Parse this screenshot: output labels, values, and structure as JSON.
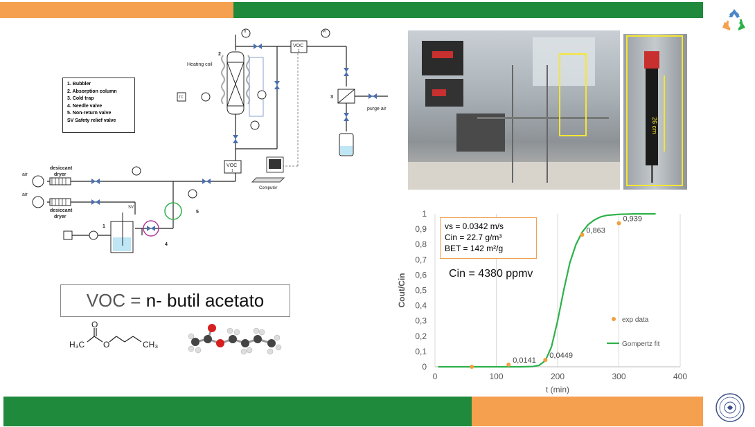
{
  "colors": {
    "orange": "#f5a04f",
    "green": "#1f8a3c",
    "line_blue": "#4a6fb0",
    "fit_green": "#2db14a",
    "exp_orange": "#f0a040",
    "photo_yellow": "#f5e633"
  },
  "icons": [
    "recycle-logo-icon",
    "university-seal-icon"
  ],
  "diagram": {
    "legend": [
      "1. Bubbler",
      "2. Absorption column",
      "3. Cold trap",
      "4. Needle valve",
      "5. Non-return valve",
      "SV  Safety relief valve"
    ],
    "heating_coil": "Heating coil",
    "air_top": "air",
    "air_bottom": "air",
    "desiccant_top": "desiccant",
    "dryer_top": "dryer",
    "desiccant_bottom": "desiccant",
    "dryer_bottom": "dryer",
    "sv": "SV",
    "voc_top": "VOC",
    "voc_top_num": "1",
    "voc_mid": "VOC",
    "voc_mid_num": "1",
    "purge_air": "purge air",
    "computer": "Computer",
    "num_1": "1",
    "num_2": "2",
    "num_3": "3",
    "num_4": "4",
    "num_5": "5",
    "ti": "TI",
    "pi": "PI",
    "tc": "TC"
  },
  "voc_title": {
    "prefix": "VOC = ",
    "name": "n- butil acetato"
  },
  "molecule": {
    "h3c": "H₃C",
    "o_top": "O",
    "o_mid": "O",
    "ch3": "CH₃"
  },
  "photo_label": "26 cm",
  "chart_data": {
    "type": "scatter",
    "xlabel": "t (min)",
    "ylabel": "Cout/Cin",
    "xlim": [
      0,
      400
    ],
    "ylim": [
      0,
      1
    ],
    "x_ticks": [
      "0",
      "100",
      "200",
      "300",
      "400"
    ],
    "y_ticks": [
      "0",
      "0,1",
      "0,2",
      "0,3",
      "0,4",
      "0,5",
      "0,6",
      "0,7",
      "0,8",
      "0,9",
      "1"
    ],
    "params": [
      "vs = 0.0342 m/s",
      "Cin = 22.7 g/m³",
      "BET = 142 m²/g"
    ],
    "cin_text": "Cin = 4380 ppmv",
    "series": [
      {
        "name": "exp data",
        "x": [
          60,
          120,
          180,
          240,
          300
        ],
        "y": [
          0,
          0.0141,
          0.0449,
          0.863,
          0.939
        ],
        "labels": [
          "",
          "0,0141",
          "0,0449",
          "0,863",
          "0,939"
        ]
      },
      {
        "name": "Gompertz fit",
        "x": [
          5,
          20,
          40,
          60,
          80,
          100,
          120,
          140,
          160,
          170,
          180,
          190,
          200,
          210,
          220,
          230,
          240,
          250,
          260,
          270,
          280,
          300,
          330,
          360
        ],
        "y": [
          0,
          0,
          0,
          0,
          0,
          0,
          0,
          0,
          0.002,
          0.01,
          0.04,
          0.13,
          0.3,
          0.5,
          0.68,
          0.8,
          0.88,
          0.93,
          0.96,
          0.98,
          0.99,
          0.997,
          1,
          1
        ]
      }
    ],
    "grid": "vertical",
    "legend_position": "right"
  }
}
